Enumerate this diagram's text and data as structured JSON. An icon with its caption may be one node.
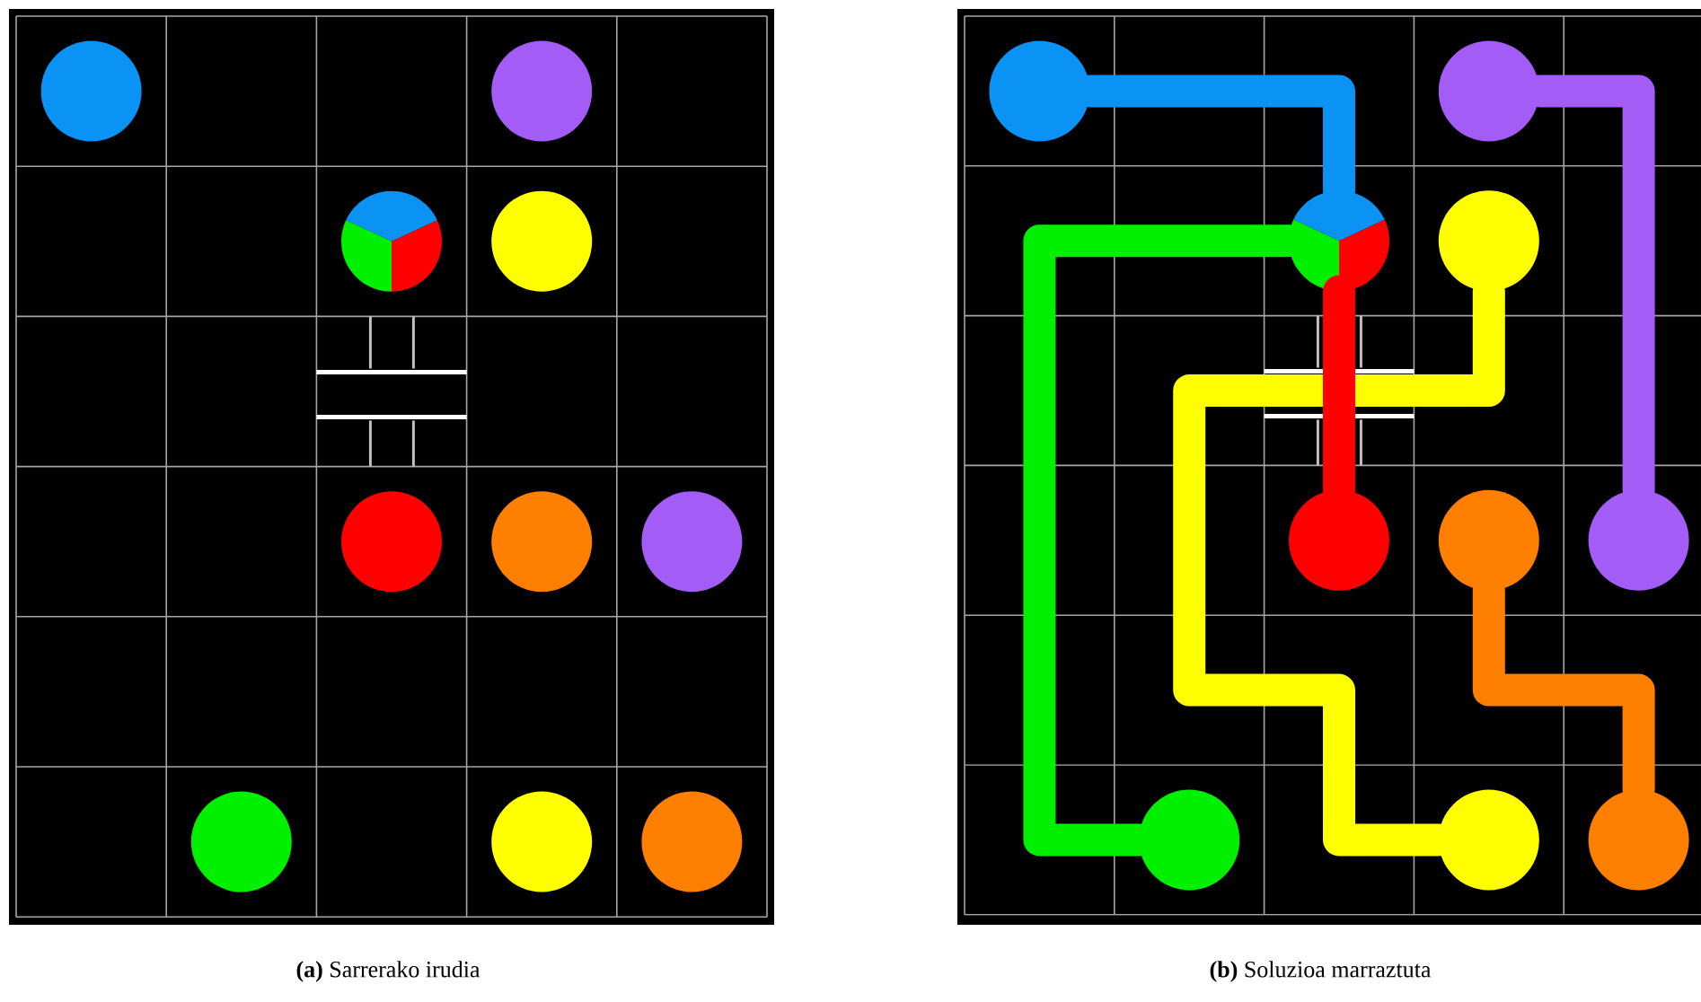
{
  "diagram": {
    "nodes": [
      {
        "text": [],
        "shape": "circle"
      },
      {
        "text": [],
        "shape": "circle"
      },
      {
        "text": [],
        "shape": "circle"
      },
      {
        "text": [],
        "shape": "circle"
      },
      {
        "text": [],
        "shape": "circle"
      },
      {
        "text": [],
        "shape": "circle"
      },
      {
        "text": [],
        "shape": "circle"
      },
      {
        "text": [],
        "shape": "circle"
      },
      {
        "text": [],
        "shape": "circle"
      },
      {
        "text": [],
        "shape": "circle"
      },
      {
        "text": [],
        "shape": "circle"
      },
      {
        "text": [],
        "shape": "circle"
      },
      {
        "text": [],
        "shape": "circle"
      },
      {
        "text": [],
        "shape": "circle"
      },
      {
        "text": [],
        "shape": "circle"
      },
      {
        "text": [],
        "shape": "circle"
      },
      {
        "text": [],
        "shape": "circle"
      },
      {
        "text": [],
        "shape": "circle"
      },
      {
        "text": [],
        "shape": "circle"
      },
      {
        "text": [],
        "shape": "circle"
      }
    ],
    "edges": [
      {
        "from": 10,
        "to": 12,
        "arrow": "none",
        "color": "#0a93f5"
      },
      {
        "from": 11,
        "to": 16,
        "arrow": "none",
        "color": "#a35cf5"
      },
      {
        "from": 17,
        "to": 12,
        "arrow": "none",
        "color": "#00f000"
      },
      {
        "from": 13,
        "to": 18,
        "arrow": "none",
        "color": "#ffff00"
      },
      {
        "from": 14,
        "to": 12,
        "arrow": "none",
        "color": "#ff0000"
      },
      {
        "from": 15,
        "to": 19,
        "arrow": "none",
        "color": "#ff7f00"
      }
    ],
    "labels": [
      "**(a)** Sarrerako irudia",
      "**(b)** Soluzioa marraztuta"
    ]
  }
}
